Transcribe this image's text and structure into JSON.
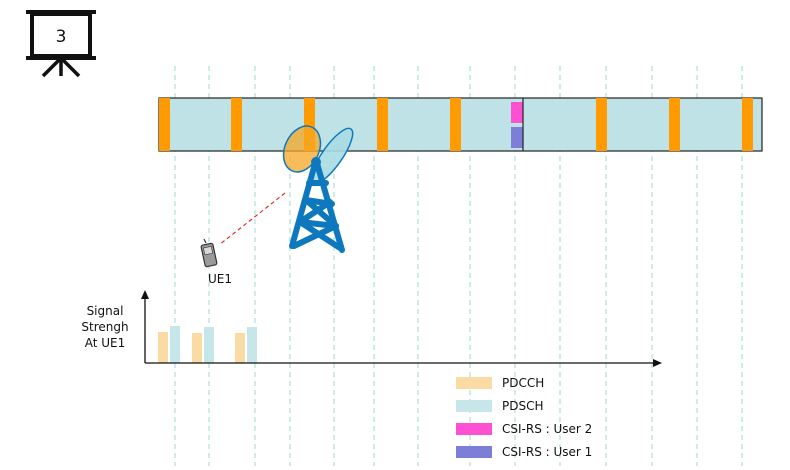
{
  "slide": {
    "number": "3"
  },
  "colors": {
    "pdcch": "#FBDBA4",
    "pdsch": "#C6E6EA",
    "frame_fill": "#BFE2E6",
    "frame_marker": "#FF9A00",
    "csi_user2": "#FF4FD3",
    "csi_user1": "#7C7ED8",
    "tower": "#0E78BE",
    "beam_orange": "#F5A623",
    "beam_blue": "#A9DCE3",
    "link": "#E03030",
    "gridline": "#9ED8D6"
  },
  "ue": {
    "label": "UE1"
  },
  "chart": {
    "ylabel_lines": [
      "Signal",
      "Strengh",
      "At UE1"
    ]
  },
  "legend": [
    {
      "label": "PDCCH",
      "color_key": "pdcch"
    },
    {
      "label": "PDSCH",
      "color_key": "pdsch"
    },
    {
      "label": "CSI-RS : User 2",
      "color_key": "csi_user2"
    },
    {
      "label": "CSI-RS : User 1",
      "color_key": "csi_user1"
    }
  ],
  "icons": {
    "presentation": "presentation-board-icon",
    "tower": "cell-tower-icon",
    "phone": "mobile-phone-icon"
  }
}
